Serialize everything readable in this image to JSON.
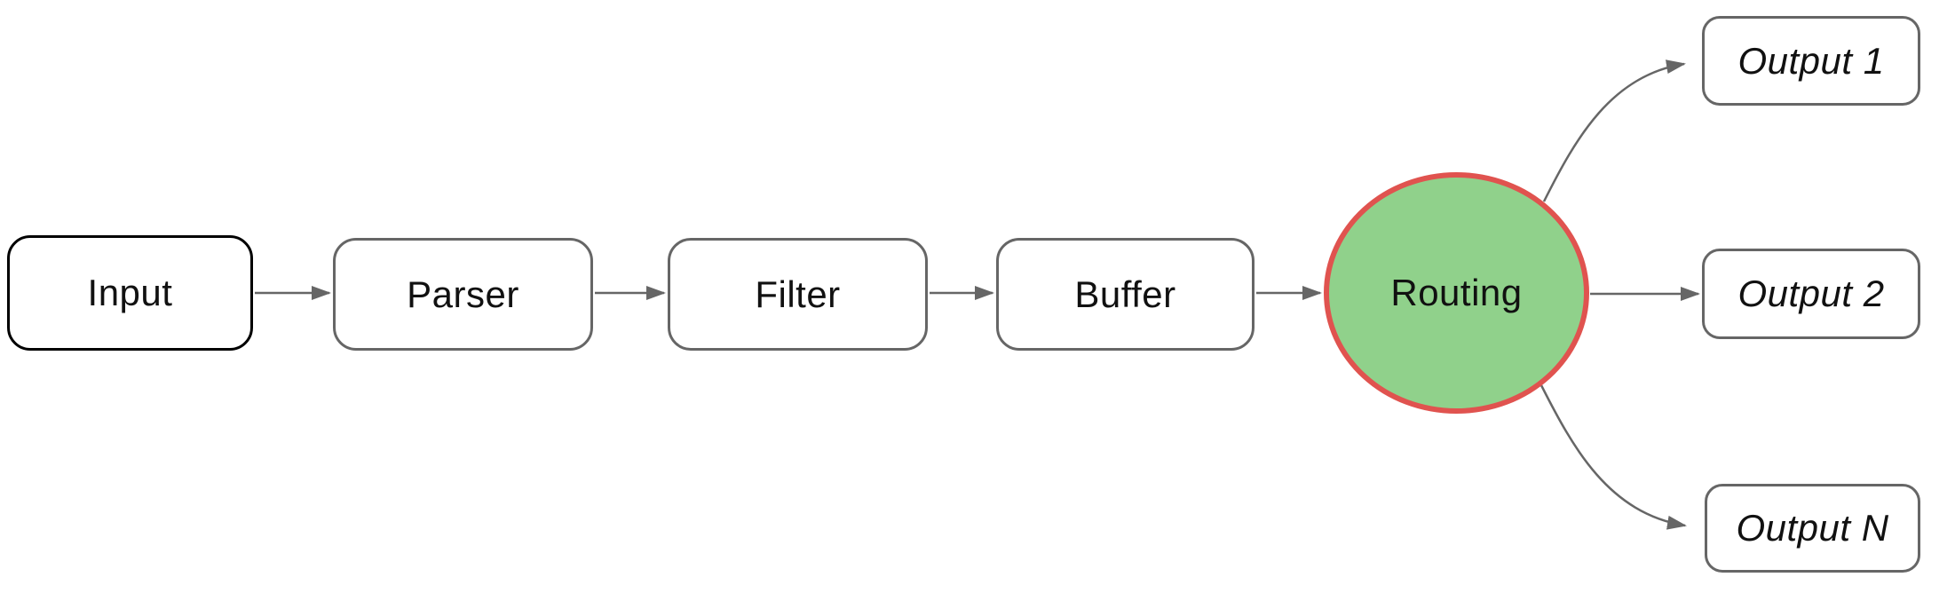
{
  "colors": {
    "background": "#ffffff",
    "box-border": "#666666",
    "input-border": "#000000",
    "arrow": "#666666",
    "routing-fill": "#90d18b",
    "routing-border": "#e0534f",
    "text": "#111111"
  },
  "nodes": {
    "input": {
      "label": "Input"
    },
    "parser": {
      "label": "Parser"
    },
    "filter": {
      "label": "Filter"
    },
    "buffer": {
      "label": "Buffer"
    },
    "routing": {
      "label": "Routing"
    },
    "output_1": {
      "label": "Output 1"
    },
    "output_2": {
      "label": "Output 2"
    },
    "output_n": {
      "label": "Output N"
    }
  },
  "edges": [
    {
      "from": "input",
      "to": "parser"
    },
    {
      "from": "parser",
      "to": "filter"
    },
    {
      "from": "filter",
      "to": "buffer"
    },
    {
      "from": "buffer",
      "to": "routing"
    },
    {
      "from": "routing",
      "to": "output_1"
    },
    {
      "from": "routing",
      "to": "output_2"
    },
    {
      "from": "routing",
      "to": "output_n"
    }
  ]
}
